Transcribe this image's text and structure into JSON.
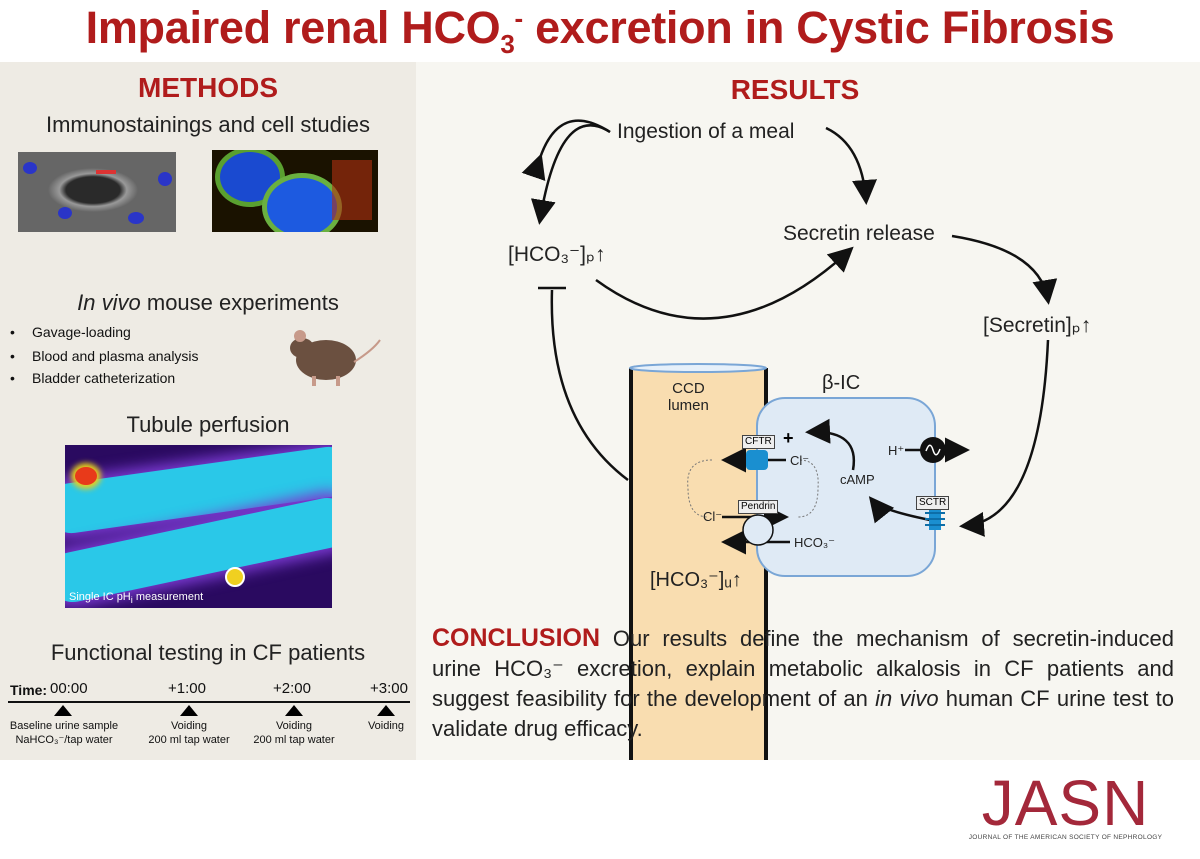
{
  "title": {
    "pre": "Impaired renal HCO",
    "sub": "3",
    "sup": "-",
    "post": " excretion in Cystic Fibrosis"
  },
  "methods": {
    "heading": "METHODS",
    "immuno": "Immunostainings and cell studies",
    "invivo_italic": "In vivo",
    "invivo_rest": " mouse experiments",
    "bullets": [
      "Gavage-loading",
      "Blood and plasma analysis",
      "Bladder catheterization"
    ],
    "perfusion": "Tubule perfusion",
    "perfusion_caption": "Single IC pH",
    "perfusion_caption_sub": "i",
    "perfusion_caption_post": " measurement",
    "functional": "Functional testing in CF patients",
    "timeline": {
      "label": "Time:",
      "points": [
        {
          "time": "00:00",
          "line1": "Baseline urine sample",
          "line2": "NaHCO₃⁻/tap water"
        },
        {
          "time": "+1:00",
          "line1": "Voiding",
          "line2": "200 ml tap water"
        },
        {
          "time": "+2:00",
          "line1": "Voiding",
          "line2": "200 ml tap water"
        },
        {
          "time": "+3:00",
          "line1": "Voiding",
          "line2": ""
        }
      ]
    }
  },
  "results": {
    "heading": "RESULTS",
    "meal": "Ingestion of a meal",
    "secretin_release": "Secretin release",
    "hco3_p": "[HCO₃⁻]ₚ",
    "secretin_p": "[Secretin]ₚ",
    "ccd": "CCD",
    "lumen": "lumen",
    "bic": "β-IC",
    "cftr": "CFTR",
    "pendrin": "Pendrin",
    "sctr": "SCTR",
    "camp": "cAMP",
    "plus": "+",
    "cl": "Cl⁻",
    "hco3": "HCO₃⁻",
    "h": "H⁺",
    "hco3_u": "[HCO₃⁻]ᵤ",
    "up_arrow": "↑"
  },
  "conclusion": {
    "heading": "CONCLUSION",
    "text1": " Our results define the mechanism of secretin-induced urine HCO₃⁻ excretion, explain metabolic alkalosis in CF patients and suggest feasibility for the development of an ",
    "italic": "in vivo",
    "text2": " human CF urine test to validate drug efficacy."
  },
  "logo": {
    "name": "JASN",
    "tagline": "JOURNAL OF THE AMERICAN SOCIETY OF NEPHROLOGY"
  },
  "colors": {
    "accent": "#b01c1c",
    "cell": "#dfeaf5",
    "lumen": "#f9ddb0",
    "channel": "#1a8fd0"
  }
}
